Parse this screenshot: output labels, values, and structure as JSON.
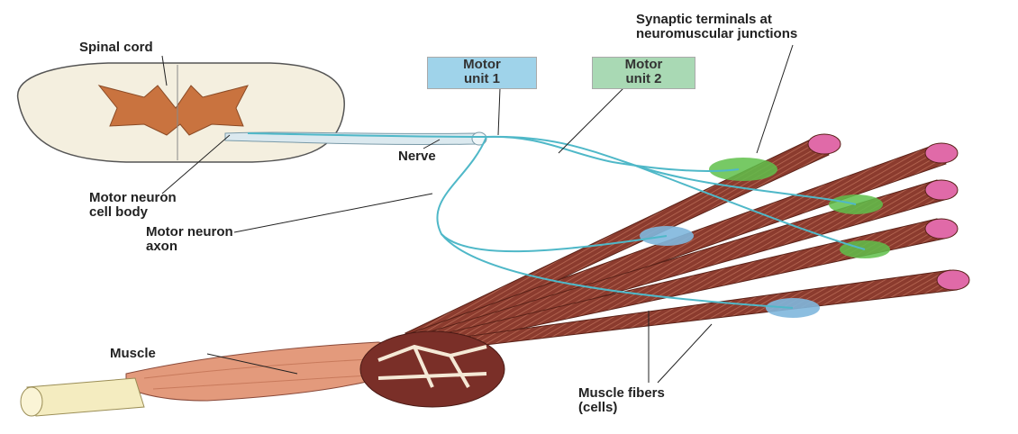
{
  "labels": {
    "spinal_cord": "Spinal cord",
    "nerve": "Nerve",
    "motor_neuron_cell_body_1": "Motor neuron",
    "motor_neuron_cell_body_2": "cell body",
    "motor_neuron_axon_1": "Motor neuron",
    "motor_neuron_axon_2": "axon",
    "motor_unit_1_line1": "Motor",
    "motor_unit_1_line2": "unit 1",
    "motor_unit_2_line1": "Motor",
    "motor_unit_2_line2": "unit 2",
    "synaptic_1": "Synaptic terminals at",
    "synaptic_2": "neuromuscular junctions",
    "muscle": "Muscle",
    "muscle_fibers_1": "Muscle fibers",
    "muscle_fibers_2": "(cells)"
  },
  "colors": {
    "spinal_grey": "#c9733f",
    "spinal_white": "#f4efdf",
    "motor_unit_1_box": "#9fd3ea",
    "motor_unit_2_box": "#a9d9b4",
    "axon": "#4fb8c8",
    "fiber": "#8b3b2e",
    "fiber_end": "#e06aa8",
    "junction_unit_1": "#7fb7dd",
    "junction_unit_2": "#5fbf4a",
    "muscle": "#e39a7c",
    "tendon": "#f4ecc0"
  }
}
